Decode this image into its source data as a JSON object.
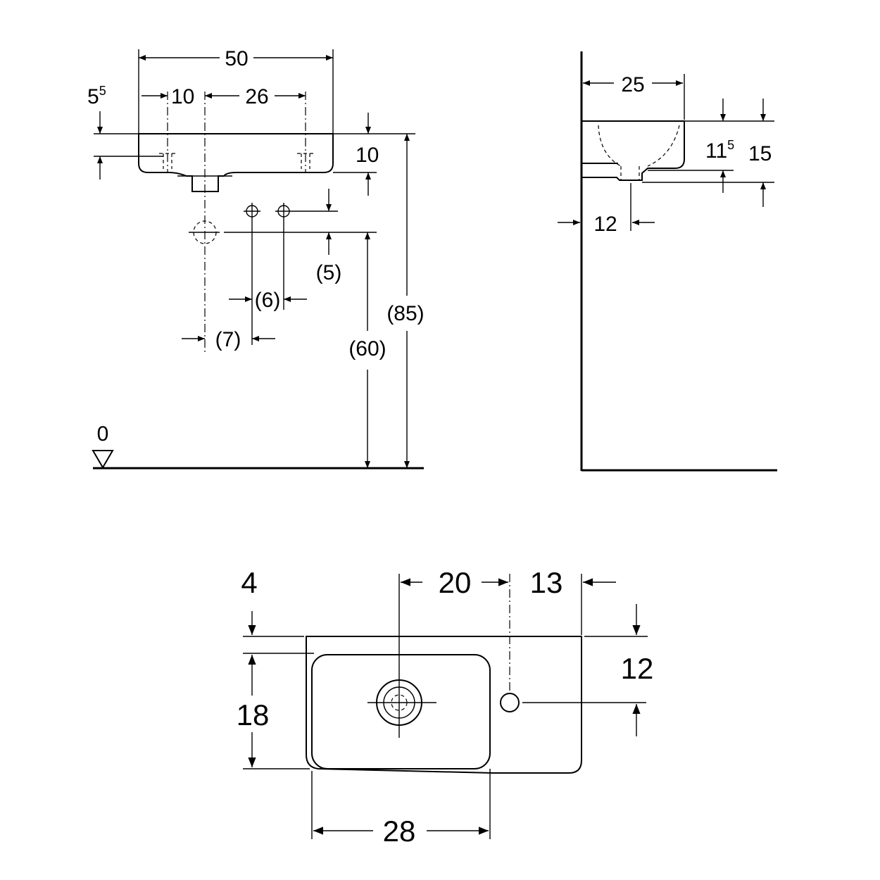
{
  "front_view": {
    "width": "50",
    "top_offset_base": "5",
    "top_offset_sup": "5",
    "tap_offset": "10",
    "tap_spacing": "26",
    "basin_depth": "10",
    "height_total": "(85)",
    "height_waste": "(60)",
    "supply_offset_v": "(5)",
    "supply_spacing": "(6)",
    "supply_offset_h": "(7)",
    "floor_level": "0"
  },
  "side_view": {
    "projection": "25",
    "depth_base": "11",
    "depth_sup": "5",
    "height": "15",
    "waste_from_wall": "12"
  },
  "top_view": {
    "rim_offset": "4",
    "waste_to_tap": "20",
    "tap_to_edge": "13",
    "tap_from_back": "12",
    "inner_depth": "18",
    "inner_width": "28"
  }
}
